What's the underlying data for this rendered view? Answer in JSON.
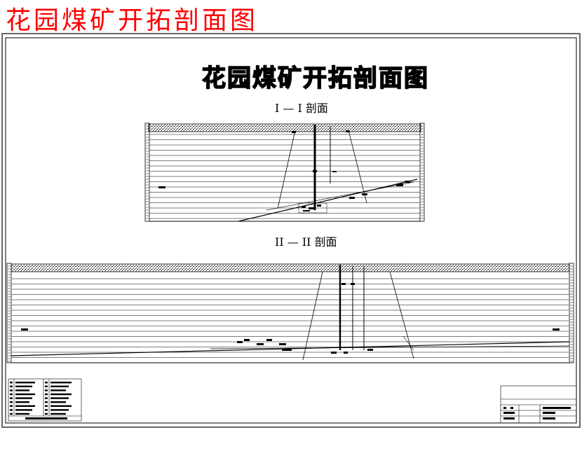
{
  "page": {
    "title": "花园煤矿开拓剖面图",
    "drawing_title": "花园煤矿开拓剖面图"
  },
  "sections": [
    {
      "label": "I — I 剖面"
    },
    {
      "label": "II — II 剖面"
    }
  ],
  "colors": {
    "title_red": "#ff0000",
    "line": "#000000",
    "paper": "#ffffff"
  }
}
